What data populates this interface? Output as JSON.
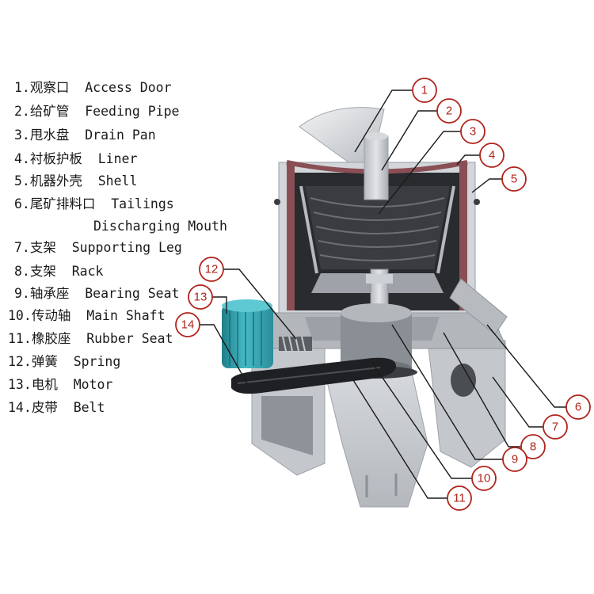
{
  "legend": [
    {
      "num": "1.",
      "zh": "观察口",
      "en": "Access Door"
    },
    {
      "num": "2.",
      "zh": "给矿管",
      "en": "Feeding Pipe"
    },
    {
      "num": "3.",
      "zh": "甩水盘",
      "en": "Drain Pan"
    },
    {
      "num": "4.",
      "zh": "衬板护板",
      "en": "Liner"
    },
    {
      "num": "5.",
      "zh": "机器外壳",
      "en": "Shell"
    },
    {
      "num": "6.",
      "zh": "尾矿排料口",
      "en": "Tailings",
      "en2": "Discharging Mouth"
    },
    {
      "num": "7.",
      "zh": "支架",
      "en": "Supporting Leg"
    },
    {
      "num": "8.",
      "zh": "支架",
      "en": "Rack"
    },
    {
      "num": "9.",
      "zh": "轴承座",
      "en": "Bearing Seat"
    },
    {
      "num": "10.",
      "zh": "传动轴",
      "en": "Main Shaft"
    },
    {
      "num": "11.",
      "zh": "橡胶座",
      "en": "Rubber Seat"
    },
    {
      "num": "12.",
      "zh": "弹簧",
      "en": "Spring"
    },
    {
      "num": "13.",
      "zh": "电机",
      "en": "Motor"
    },
    {
      "num": "14.",
      "zh": "皮带",
      "en": "Belt"
    }
  ],
  "callouts": [
    "1",
    "2",
    "3",
    "4",
    "5",
    "6",
    "7",
    "8",
    "9",
    "10",
    "11",
    "12",
    "13",
    "14"
  ],
  "colors": {
    "callout": "#b0241b",
    "leader": "#1a1a1a",
    "motor": "#35a9b5",
    "liner": "#8a4f55",
    "steel": "#c9ccd0",
    "dark_interior": "#2a2b2e"
  }
}
